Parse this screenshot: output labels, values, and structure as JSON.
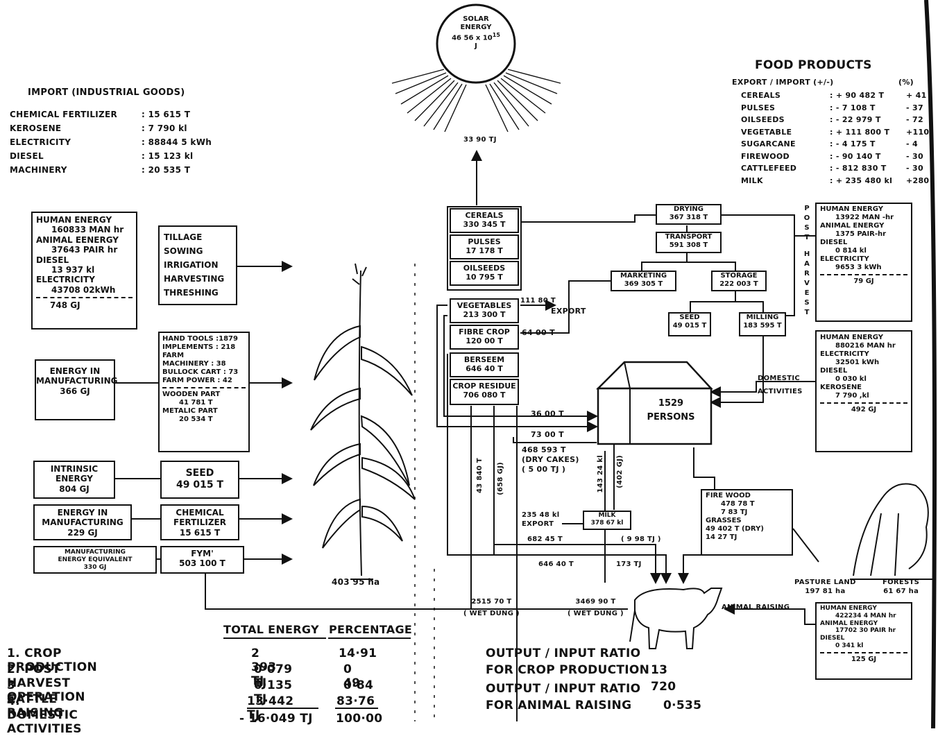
{
  "solar": {
    "line1": "SOLAR",
    "line2": "ENERGY",
    "line3": "46 56 x 10",
    "exp": "15",
    "line4": "J"
  },
  "solar_out": "33 90 TJ",
  "import": {
    "title": "IMPORT (INDUSTRIAL GOODS)",
    "rows": [
      {
        "name": "CHEMICAL FERTILIZER",
        "value": ": 15 615  T"
      },
      {
        "name": "KEROSENE",
        "value": ":  7 790  kl"
      },
      {
        "name": "ELECTRICITY",
        "value": ": 88844 5 kWh"
      },
      {
        "name": "DIESEL",
        "value": ": 15 123   kl"
      },
      {
        "name": "MACHINERY",
        "value": ": 20 535   T"
      }
    ]
  },
  "food_products": {
    "title": "FOOD PRODUCTS",
    "header": "EXPORT / IMPORT (+/-)",
    "pct": "(%)",
    "rows": [
      {
        "name": "CEREALS",
        "value": ": + 90 482 T",
        "pct": "+ 41"
      },
      {
        "name": "PULSES",
        "value": ": -  7 108 T",
        "pct": "- 37"
      },
      {
        "name": "OILSEEDS",
        "value": ": - 22 979 T",
        "pct": "- 72"
      },
      {
        "name": "VEGETABLE",
        "value": ": + 111 800 T",
        "pct": "+110"
      },
      {
        "name": "SUGARCANE",
        "value": ": -  4 175 T",
        "pct": "-  4"
      },
      {
        "name": "FIREWOOD",
        "value": ": - 90 140 T",
        "pct": "- 30"
      },
      {
        "name": "CATTLEFEED",
        "value": ": - 812 830 T",
        "pct": "- 30"
      },
      {
        "name": "MILK",
        "value": ": + 235 480 kl",
        "pct": "+280"
      }
    ]
  },
  "human_box": {
    "l1": "HUMAN ENERGY",
    "l2": "160833 MAN hr",
    "l3": "ANIMAL EENERGY",
    "l4": "37643 PAIR hr",
    "l5": "DIESEL",
    "l6": "13 937  kl",
    "l7": "ELECTRICITY",
    "l8": "43708 02kWh",
    "total": "748  GJ"
  },
  "ops": [
    "TILLAGE",
    "SOWING",
    "IRRIGATION",
    "HARVESTING",
    "THRESHING"
  ],
  "mfg1": {
    "l1": "ENERGY IN",
    "l2": "MANUFACTURING",
    "l3": "366  GJ"
  },
  "tools": {
    "r1": "HAND TOOLS  :1879",
    "r2": "IMPLEMENTS  : 218",
    "r3": "FARM",
    "r4": "MACHINERY   :  38",
    "r5": "BULLOCK CART :  73",
    "r6": "FARM POWER   :  42",
    "r7": "WOODEN PART",
    "r8": "41 781  T",
    "r9": "METALIC PART",
    "r10": "20 534  T"
  },
  "intrinsic": {
    "l1": "INTRINSIC",
    "l2": "ENERGY",
    "l3": "804  GJ"
  },
  "seed_in": {
    "l1": "SEED",
    "l2": "49 015 T"
  },
  "mfg2": {
    "l1": "ENERGY IN",
    "l2": "MANUFACTURING",
    "l3": "229  GJ"
  },
  "chemfert": {
    "l1": "CHEMICAL",
    "l2": "FERTILIZER",
    "l3": "15 615 T"
  },
  "mfg3": {
    "l1": "MANUFACTURING",
    "l2": "ENERGY EQUIVALENT",
    "l3": "330  GJ"
  },
  "fym": {
    "l1": "FYM'",
    "l2": "503 100  T"
  },
  "crop_area": "403 95 ha",
  "crops": [
    {
      "l1": "CEREALS",
      "l2": "330 345 T"
    },
    {
      "l1": "PULSES",
      "l2": "17 178 T"
    },
    {
      "l1": "OILSEEDS",
      "l2": "10 795 T"
    },
    {
      "l1": "VEGETABLES",
      "l2": "213 300 T"
    },
    {
      "l1": "FIBRE CROP",
      "l2": "120 00  T"
    },
    {
      "l1": "BERSEEM",
      "l2": "646 40 T"
    },
    {
      "l1": "CROP RESIDUE",
      "l2": "706 080 T"
    }
  ],
  "veg_export": "111 80 T",
  "export_lbl": "EXPORT",
  "fibre_out": "64 00 T",
  "drying": {
    "l1": "DRYING",
    "l2": "367 318 T"
  },
  "transport": {
    "l1": "TRANSPORT",
    "l2": "591 308 T"
  },
  "marketing": {
    "l1": "MARKETING",
    "l2": "369 305 T"
  },
  "storage": {
    "l1": "STORAGE",
    "l2": "222 003 T"
  },
  "seed_out": {
    "l1": "SEED",
    "l2": "49 015 T"
  },
  "milling": {
    "l1": "MILLING",
    "l2": "183 595 T"
  },
  "post_harvest": [
    "P",
    "O",
    "S",
    "T",
    "",
    "H",
    "A",
    "R",
    "V",
    "E",
    "S",
    "T"
  ],
  "post_box": {
    "l1": "HUMAN ENERGY",
    "l2": "13922 MAN -hr",
    "l3": "ANIMAL ENERGY",
    "l4": "1375 PAIR-hr",
    "l5": "DIESEL",
    "l6": "0 814  kl",
    "l7": "ELECTRICITY",
    "l8": "9653 3  kWh",
    "total": "79   GJ"
  },
  "domestic_box": {
    "l1": "HUMAN ENERGY",
    "l2": "880216 MAN hr",
    "l3": "ELECTRICITY",
    "l4": "32501  kWh",
    "l5": "DIESEL",
    "l6": "0 030  kl",
    "l7": "KEROSENE",
    "l8": "7 790 ,kl",
    "total": "492   GJ"
  },
  "domestic_lbl": {
    "l1": "DOMESTIC",
    "l2": "ACTIVITIES"
  },
  "persons": {
    "l1": "1529",
    "l2": "PERSONS"
  },
  "f1": "36 00  T",
  "f2": "73 00  T",
  "drycakes": {
    "l1": "468 593 T",
    "l2": "(DRY CAKES)",
    "l3": "( 5 00 TJ )"
  },
  "milk_v1": "143 24 kl",
  "milk_v2": "(402 GJ)",
  "crop_v1": "43 840 T",
  "crop_v2": "(658 GJ)",
  "milk": {
    "l1": "MILK",
    "l2": "378 67 kl"
  },
  "milk_export": {
    "l1": "235 48 kl",
    "l2": "EXPORT"
  },
  "f3": "682 45 T",
  "f4": "( 9 98 TJ )",
  "f5": "646 40 T",
  "f6": "173 TJ",
  "firewood": {
    "l1": "FIRE WOOD",
    "l2": "478 78 T",
    "l3": "7 83 TJ",
    "l4": "GRASSES",
    "l5": "49 402 T (DRY)",
    "l6": "14 27  TJ"
  },
  "pasture": {
    "l1": "PASTURE LAND",
    "l2": "197 81 ha"
  },
  "forests": {
    "l1": "FORESTS",
    "l2": "61 67 ha"
  },
  "dung1": {
    "l1": "2515 70 T",
    "l2": "( WET DUNG )"
  },
  "dung2": {
    "l1": "3469 90 T",
    "l2": "( WET DUNG )"
  },
  "animal_raising": "ANIMAL RAISING",
  "animal_box": {
    "l1": "HUMAN ENERGY",
    "l2": "422234 4 MAN hr",
    "l3": "ANIMAL ENERGY",
    "l4": "17702 30 PAIR hr",
    "l5": "DIESEL",
    "l6": "0 341 kl",
    "total": "125   GJ"
  },
  "totals": {
    "h1": "TOTAL ENERGY",
    "h2": "PERCENTAGE",
    "rows": [
      {
        "name": "1. CROP  PRODUCTION",
        "energy": "2 393 TJ",
        "pct": "14·91"
      },
      {
        "name": "2. POST HARVEST OPERATION",
        "energy": "0·079 TJ",
        "pct": "0 49"
      },
      {
        "name": "3  CATTLE RAISING",
        "energy": "0·135 TJ",
        "pct": "0·84"
      },
      {
        "name": "4. DOMESTIC ACTIVITIES",
        "energy": "13·442 TJ",
        "pct": "83·76"
      }
    ],
    "total_energy": "- 16·049 TJ",
    "total_pct": "100·00"
  },
  "ratio": {
    "l1": "OUTPUT / INPUT RATIO",
    "l2": "FOR CROP PRODUCTION",
    "v1": "13 720",
    "l3": "OUTPUT / INPUT RATIO",
    "l4": "FOR ANIMAL RAISING",
    "v2": "0·535"
  }
}
